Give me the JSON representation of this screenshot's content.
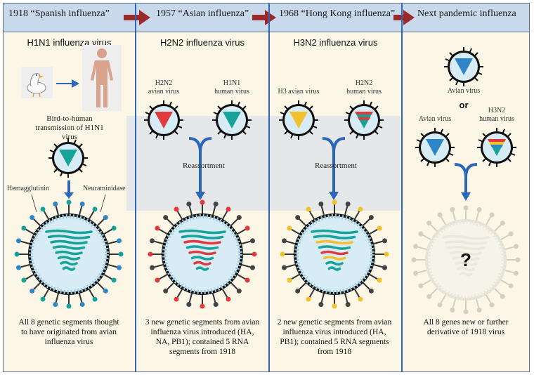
{
  "header": {
    "era1": "1918 “Spanish influenza”",
    "era2": "1957 “Asian influenza”",
    "era3": "1968 “Hong Kong influenza”",
    "era4": "Next pandemic influenza"
  },
  "col1": {
    "title": "H1N1 influenza virus",
    "transmission": "Bird-to-human transmission of H1N1 virus",
    "hemagglutinin": "Hemagglutinin",
    "neuraminidase": "Neuraminidase",
    "caption": "All 8 genetic segments thought to have originated from avian influenza virus"
  },
  "col2": {
    "title": "H2N2 influenza virus",
    "virus_a_line1": "H2N2",
    "virus_a_line2": "avian virus",
    "virus_b_line1": "H1N1",
    "virus_b_line2": "human virus",
    "reassortment": "Reassortment",
    "caption": "3 new genetic segments from avian influenza virus introduced (HA, NA, PB1); contained 5 RNA segments from 1918"
  },
  "col3": {
    "title": "H3N2 influenza virus",
    "virus_a": "H3 avian virus",
    "virus_b_line1": "H2N2",
    "virus_b_line2": "human virus",
    "reassortment": "Reassortment",
    "caption": "2 new genetic segments from avian influenza virus introduced (HA, PB1); contained 5 RNA segments from 1918"
  },
  "col4": {
    "virus_top": "Avian virus",
    "or": "or",
    "virus_a": "Avian virus",
    "virus_b_line1": "H3N2",
    "virus_b_line2": "human virus",
    "unknown": "?",
    "caption": "All 8 genes new or further derivative of 1918 virus"
  },
  "colors": {
    "teal": "#17a39a",
    "red": "#e0393e",
    "yellow": "#f2c12e",
    "blue": "#2e86c8",
    "arrow_red": "#9c2a2a",
    "arrow_blue": "#2c66b8",
    "envelope": "#111111",
    "inner": "#d8ecf5"
  }
}
